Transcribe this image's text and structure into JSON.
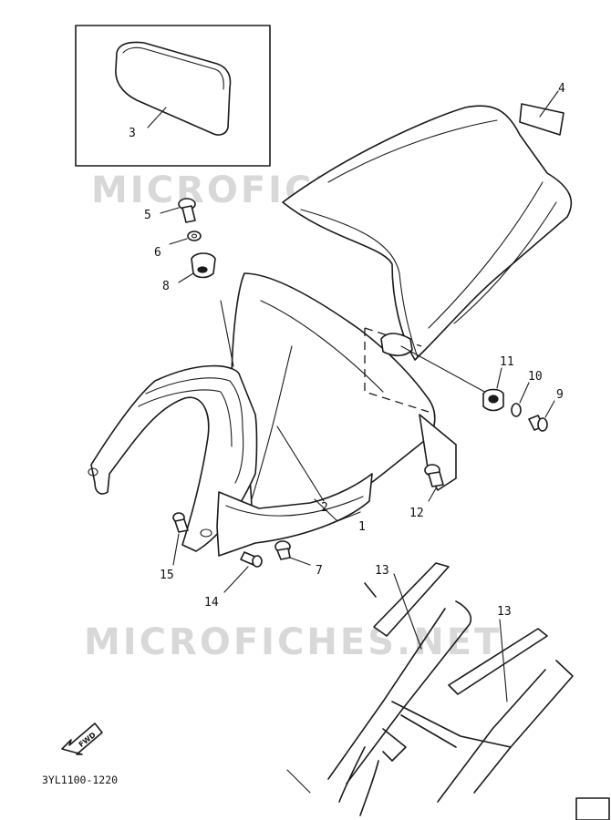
{
  "watermarks": [
    "MICROFICHES.NET",
    "MICROFICHES.NET"
  ],
  "callouts": {
    "c1": "1",
    "c2": "2",
    "c3": "3",
    "c4": "4",
    "c5": "5",
    "c6": "6",
    "c7": "7",
    "c8": "8",
    "c9": "9",
    "c10": "10",
    "c11": "11",
    "c12": "12",
    "c13a": "13",
    "c13b": "13",
    "c14": "14",
    "c15": "15"
  },
  "fwd_label": "FWD",
  "part_code": "3YL1100-1220"
}
